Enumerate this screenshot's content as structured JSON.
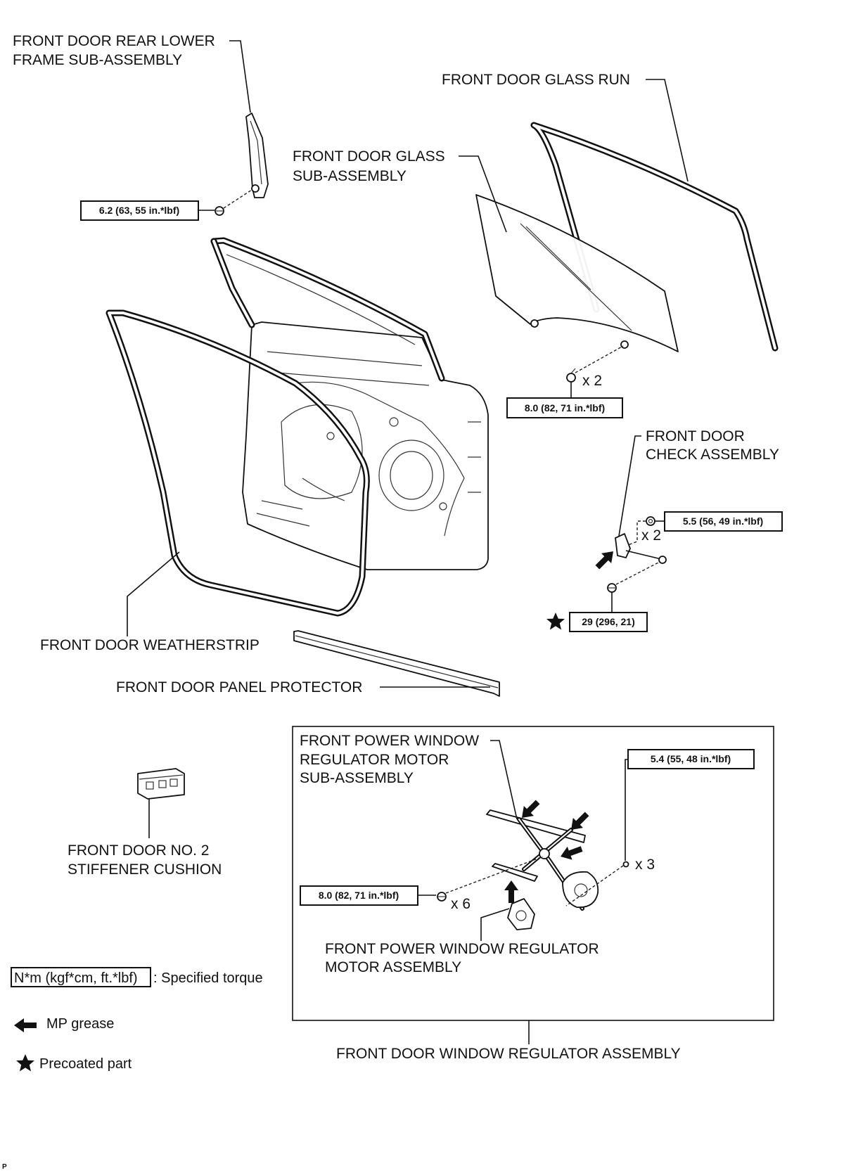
{
  "labels": {
    "rear_lower_frame": [
      "FRONT DOOR REAR LOWER",
      "FRAME SUB-ASSEMBLY"
    ],
    "glass_run": "FRONT DOOR GLASS RUN",
    "glass": [
      "FRONT DOOR GLASS",
      "SUB-ASSEMBLY"
    ],
    "check": [
      "FRONT DOOR",
      "CHECK ASSEMBLY"
    ],
    "weatherstrip": "FRONT DOOR WEATHERSTRIP",
    "panel_protector": "FRONT DOOR PANEL PROTECTOR",
    "regulator_motor_sub": [
      "FRONT POWER WINDOW",
      "REGULATOR MOTOR",
      "SUB-ASSEMBLY"
    ],
    "regulator_motor": [
      "FRONT POWER WINDOW REGULATOR",
      "MOTOR ASSEMBLY"
    ],
    "stiffener": [
      "FRONT DOOR NO. 2",
      "STIFFENER CUSHION"
    ],
    "regulator_assembly": "FRONT DOOR WINDOW REGULATOR ASSEMBLY"
  },
  "torque": {
    "rear_lower_frame": "6.2 (63, 55 in.*lbf)",
    "glass": "8.0 (82, 71 in.*lbf)",
    "check_nut": "5.5 (56, 49 in.*lbf)",
    "check_bolt": "29 (296, 21)",
    "regulator_upper": "5.4 (55, 48 in.*lbf)",
    "regulator_lower": "8.0 (82, 71 in.*lbf)"
  },
  "quantities": {
    "glass_bolts": "x 2",
    "check_nuts": "x 2",
    "regulator_upper_bolts": "x 3",
    "regulator_lower_bolts": "x 6"
  },
  "legend": {
    "torque_unit": "N*m (kgf*cm, ft.*lbf)",
    "torque_desc": ": Specified torque",
    "grease": "MP grease",
    "precoat": "Precoated part"
  },
  "icons": {
    "grease": "mp-grease-arrow-icon",
    "precoat": "star-icon"
  },
  "footer": {
    "code": "P"
  },
  "colors": {
    "line": "#111111",
    "background": "#ffffff"
  }
}
